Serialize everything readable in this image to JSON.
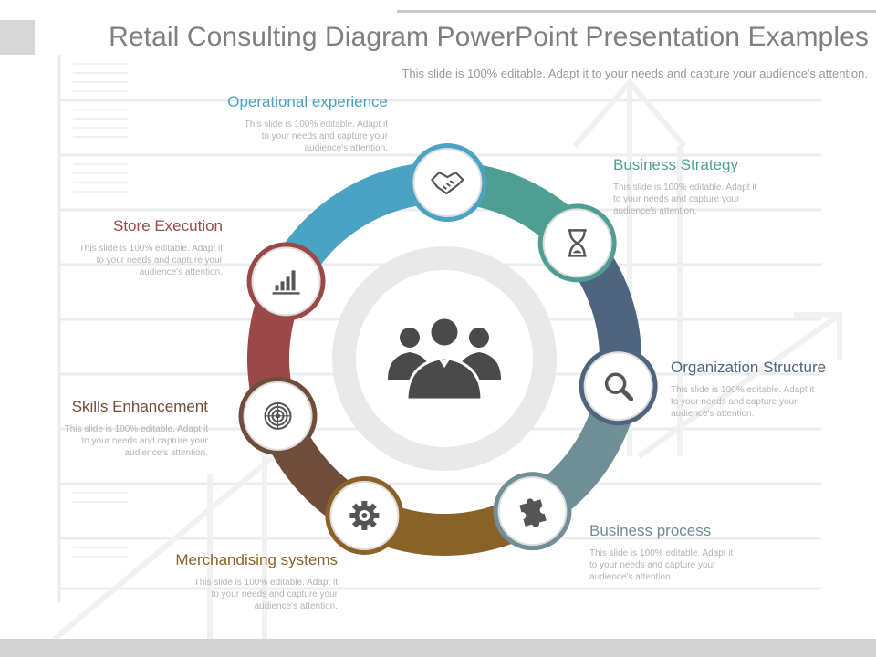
{
  "title": "Retail Consulting Diagram PowerPoint Presentation Examples",
  "subtitle": "This slide is 100% editable. Adapt it to your needs and capture your audience's attention.",
  "center": {
    "icon": "people-group-icon"
  },
  "steps": [
    {
      "title": "Operational experience",
      "desc": "This slide is 100% editable. Adapt it to your needs and capture your audience's attention.",
      "icon": "handshake-icon",
      "color": "#4aa3c2"
    },
    {
      "title": "Business Strategy",
      "desc": "This slide is 100% editable. Adapt it to your needs and capture your audience's attention.",
      "icon": "hourglass-icon",
      "color": "#4f9e94"
    },
    {
      "title": "Organization Structure",
      "desc": "This slide is 100% editable. Adapt it to your needs and capture your audience's attention.",
      "icon": "magnifier-icon",
      "color": "#4f657f"
    },
    {
      "title": "Business process",
      "desc": "This slide is 100% editable. Adapt it to your needs and capture your audience's attention.",
      "icon": "puzzle-icon",
      "color": "#6f8e96"
    },
    {
      "title": "Merchandising systems",
      "desc": "This slide is 100% editable. Adapt it to your needs and capture your audience's attention.",
      "icon": "gear-icon",
      "color": "#8a6228"
    },
    {
      "title": "Skills Enhancement",
      "desc": "This slide is 100% editable. Adapt it to your needs and capture your audience's attention.",
      "icon": "target-icon",
      "color": "#6e4d3b"
    },
    {
      "title": "Store Execution",
      "desc": "This slide is 100% editable. Adapt it to your needs and capture your audience's attention.",
      "icon": "bar-chart-icon",
      "color": "#9a4848"
    }
  ]
}
